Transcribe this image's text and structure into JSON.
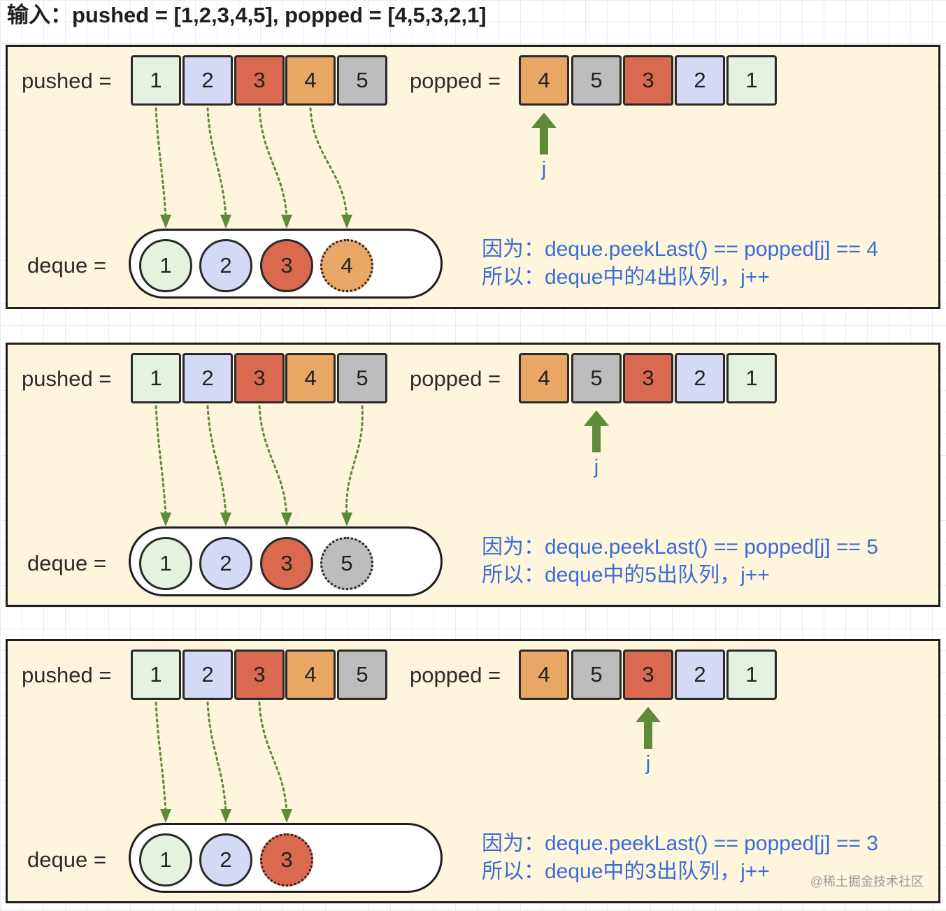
{
  "title": "输入：pushed = [1,2,3,4,5], popped = [4,5,3,2,1]",
  "labels": {
    "pushed": "pushed =",
    "popped": "popped =",
    "deque": "deque =",
    "j": "j"
  },
  "colors": {
    "green": "#e4f2df",
    "blue": "#d4daf6",
    "red": "#d9694f",
    "orange": "#e8a765",
    "gray": "#bdbdbd",
    "arrow": "#5e8a3a",
    "text_blue": "#3d6bd6"
  },
  "pushed": [
    {
      "value": "1",
      "color": "green"
    },
    {
      "value": "2",
      "color": "blue"
    },
    {
      "value": "3",
      "color": "red"
    },
    {
      "value": "4",
      "color": "orange"
    },
    {
      "value": "5",
      "color": "gray"
    }
  ],
  "popped": [
    {
      "value": "4",
      "color": "orange"
    },
    {
      "value": "5",
      "color": "gray"
    },
    {
      "value": "3",
      "color": "red"
    },
    {
      "value": "2",
      "color": "blue"
    },
    {
      "value": "1",
      "color": "green"
    }
  ],
  "steps": [
    {
      "pointer_index": 0,
      "arrows_from": [
        0,
        1,
        2,
        3
      ],
      "deque": [
        {
          "value": "1",
          "color": "green",
          "dotted": false
        },
        {
          "value": "2",
          "color": "blue",
          "dotted": false
        },
        {
          "value": "3",
          "color": "red",
          "dotted": false
        },
        {
          "value": "4",
          "color": "orange",
          "dotted": true
        }
      ],
      "reason": "因为：deque.peekLast() == popped[j] == 4",
      "result": "所以：deque中的4出队列，j++"
    },
    {
      "pointer_index": 1,
      "arrows_from": [
        0,
        1,
        2,
        4
      ],
      "deque": [
        {
          "value": "1",
          "color": "green",
          "dotted": false
        },
        {
          "value": "2",
          "color": "blue",
          "dotted": false
        },
        {
          "value": "3",
          "color": "red",
          "dotted": false
        },
        {
          "value": "5",
          "color": "gray",
          "dotted": true
        }
      ],
      "reason": "因为：deque.peekLast() == popped[j] == 5",
      "result": "所以：deque中的5出队列，j++"
    },
    {
      "pointer_index": 2,
      "arrows_from": [
        0,
        1,
        2
      ],
      "deque": [
        {
          "value": "1",
          "color": "green",
          "dotted": false
        },
        {
          "value": "2",
          "color": "blue",
          "dotted": false
        },
        {
          "value": "3",
          "color": "red",
          "dotted": true
        }
      ],
      "reason": "因为：deque.peekLast() == popped[j] == 3",
      "result": "所以：deque中的3出队列，j++"
    }
  ],
  "watermark": "@稀土掘金技术社区"
}
